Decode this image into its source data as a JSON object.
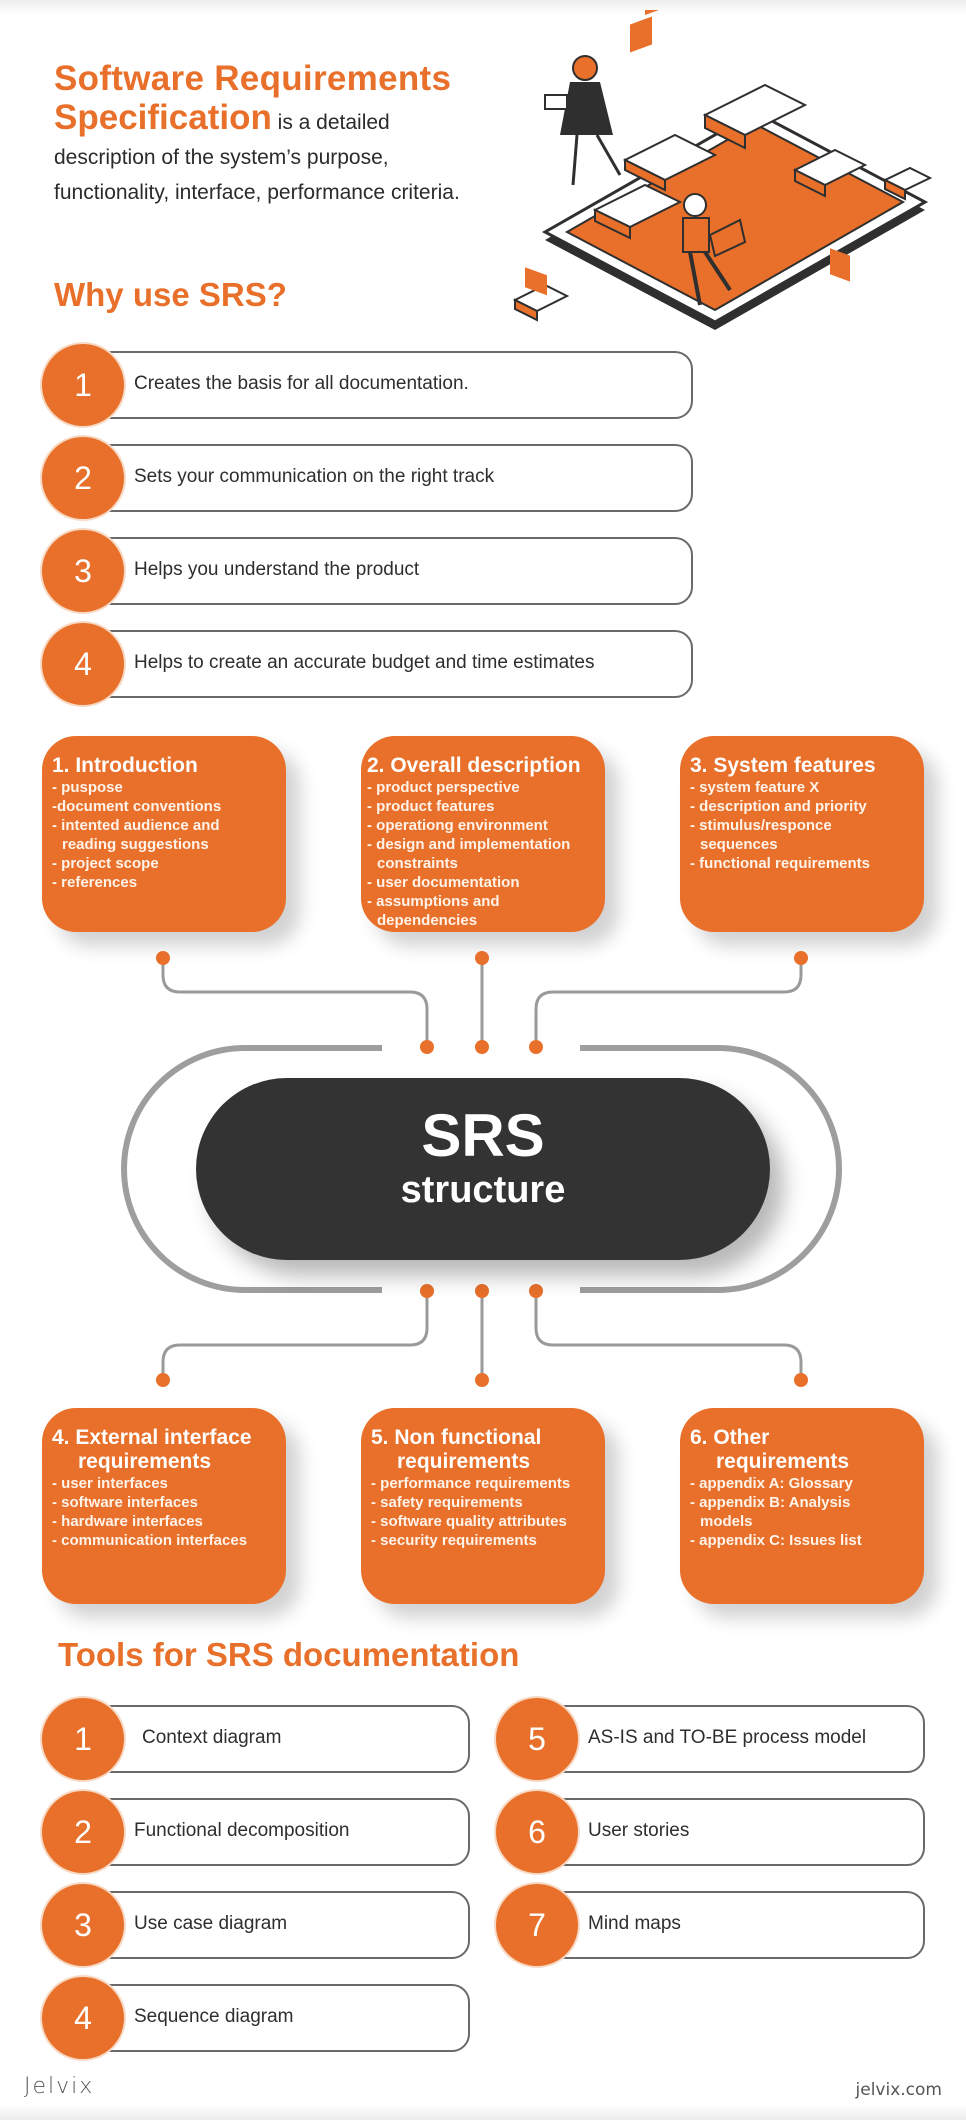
{
  "header": {
    "title_line1": "Software Requirements",
    "title_line2_highlight": "Specification",
    "description_inline": " is a detailed description of the system’s purpose, functionality, interface, performance criteria."
  },
  "why_section": {
    "heading": "Why use SRS?",
    "items": [
      {
        "number": "1",
        "text": "Creates the basis for all documentation."
      },
      {
        "number": "2",
        "text": "Sets your communication on the right track"
      },
      {
        "number": "3",
        "text": "Helps you understand the product"
      },
      {
        "number": "4",
        "text": "Helps to create an accurate budget and time estimates"
      }
    ]
  },
  "structure": {
    "center_title": "SRS",
    "center_subtitle": "structure",
    "cards": [
      {
        "title": "1. Introduction",
        "title_cont": "",
        "items": [
          "- puspose",
          "-document conventions",
          "- intented audience and",
          "reading suggestions",
          "- project scope",
          "- references"
        ]
      },
      {
        "title": "2. Overall description",
        "title_cont": "",
        "items": [
          "- product perspective",
          "- product features",
          "- operationg environment",
          "- design and implementation",
          "constraints",
          "- user documentation",
          "- assumptions and",
          "dependencies"
        ]
      },
      {
        "title": "3. System features",
        "title_cont": "",
        "items": [
          "- system feature X",
          "- description and priority",
          "- stimulus/responce",
          "sequences",
          "- functional requirements"
        ]
      },
      {
        "title": "4. External interface",
        "title_cont": "requirements",
        "items": [
          "- user interfaces",
          "- software interfaces",
          "- hardware interfaces",
          "- communication interfaces"
        ]
      },
      {
        "title": "5. Non functional",
        "title_cont": "requirements",
        "items": [
          "- performance requirements",
          "- safety requirements",
          "- software quality attributes",
          "- security requirements"
        ]
      },
      {
        "title": "6. Other",
        "title_cont": "requirements",
        "items": [
          "- appendix A: Glossary",
          "- appendix B: Analysis",
          "models",
          "- appendix C: Issues list"
        ]
      }
    ]
  },
  "tools_section": {
    "heading": "Tools for SRS documentation",
    "items": [
      {
        "number": "1",
        "text": "Context diagram"
      },
      {
        "number": "2",
        "text": "Functional decomposition"
      },
      {
        "number": "3",
        "text": "Use case diagram"
      },
      {
        "number": "4",
        "text": "Sequence diagram"
      },
      {
        "number": "5",
        "text": "AS-IS and TO-BE process model"
      },
      {
        "number": "6",
        "text": "User stories"
      },
      {
        "number": "7",
        "text": "Mind maps"
      }
    ]
  },
  "footer": {
    "brand": "Jelvix",
    "url": "jelvix.com"
  },
  "colors": {
    "accent": "#e8702a",
    "dark": "#333333",
    "line": "#9a9a9a",
    "text": "#2b2b2b"
  }
}
